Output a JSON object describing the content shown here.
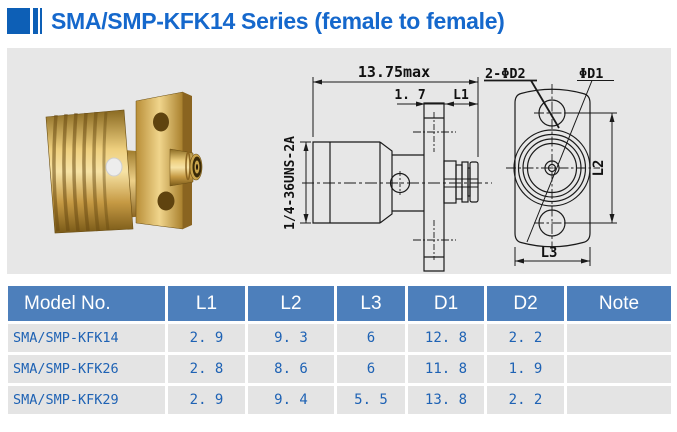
{
  "title": {
    "text": "SMA/SMP-KFK14 Series (female to female)"
  },
  "drawing": {
    "dim_overall": "13.75max",
    "dim_flange_thickness": "1. 7",
    "dim_l1": "L1",
    "thread_spec": "1/4-36UNS-2A",
    "hole_label": "2-ΦD2",
    "pin_label": "ΦD1",
    "dim_l2": "L2",
    "dim_l3": "L3"
  },
  "table": {
    "headers": [
      "Model No.",
      "L1",
      "L2",
      "L3",
      "D1",
      "D2",
      "Note"
    ],
    "rows": [
      {
        "model": "SMA/SMP-KFK14",
        "l1": "2. 9",
        "l2": "9. 3",
        "l3": "6",
        "d1": "12. 8",
        "d2": "2. 2",
        "note": ""
      },
      {
        "model": "SMA/SMP-KFK26",
        "l1": "2. 8",
        "l2": "8. 6",
        "l3": "6",
        "d1": "11. 8",
        "d2": "1. 9",
        "note": ""
      },
      {
        "model": "SMA/SMP-KFK29",
        "l1": "2. 9",
        "l2": "9. 4",
        "l3": "5. 5",
        "d1": "13. 8",
        "d2": "2. 2",
        "note": ""
      }
    ]
  },
  "colors": {
    "title_blue": "#1568cc",
    "icon_blue": "#0d5fb6",
    "header_blue": "#4d7fbb",
    "row_gray": "#e4e4e4",
    "panel_gray": "#e7e7e7",
    "table_text_blue": "#1e62b4",
    "brass_light": "#f5e0a0",
    "brass_dark": "#8a6420"
  }
}
